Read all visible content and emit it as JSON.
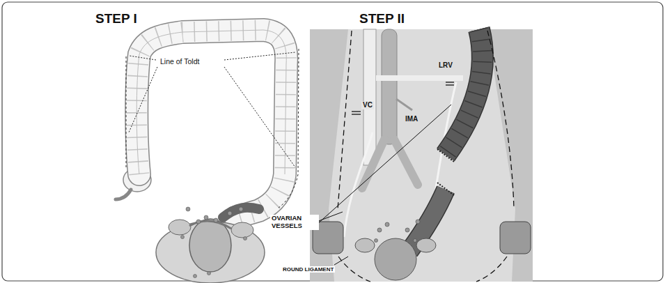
{
  "diagram": {
    "labels": [
      "STEP I",
      "Line of Toldt",
      "STEP II",
      "VC",
      "IMA",
      "LRV",
      "OVARIAN VESSELS",
      "ROUND LIGAMENT"
    ]
  }
}
